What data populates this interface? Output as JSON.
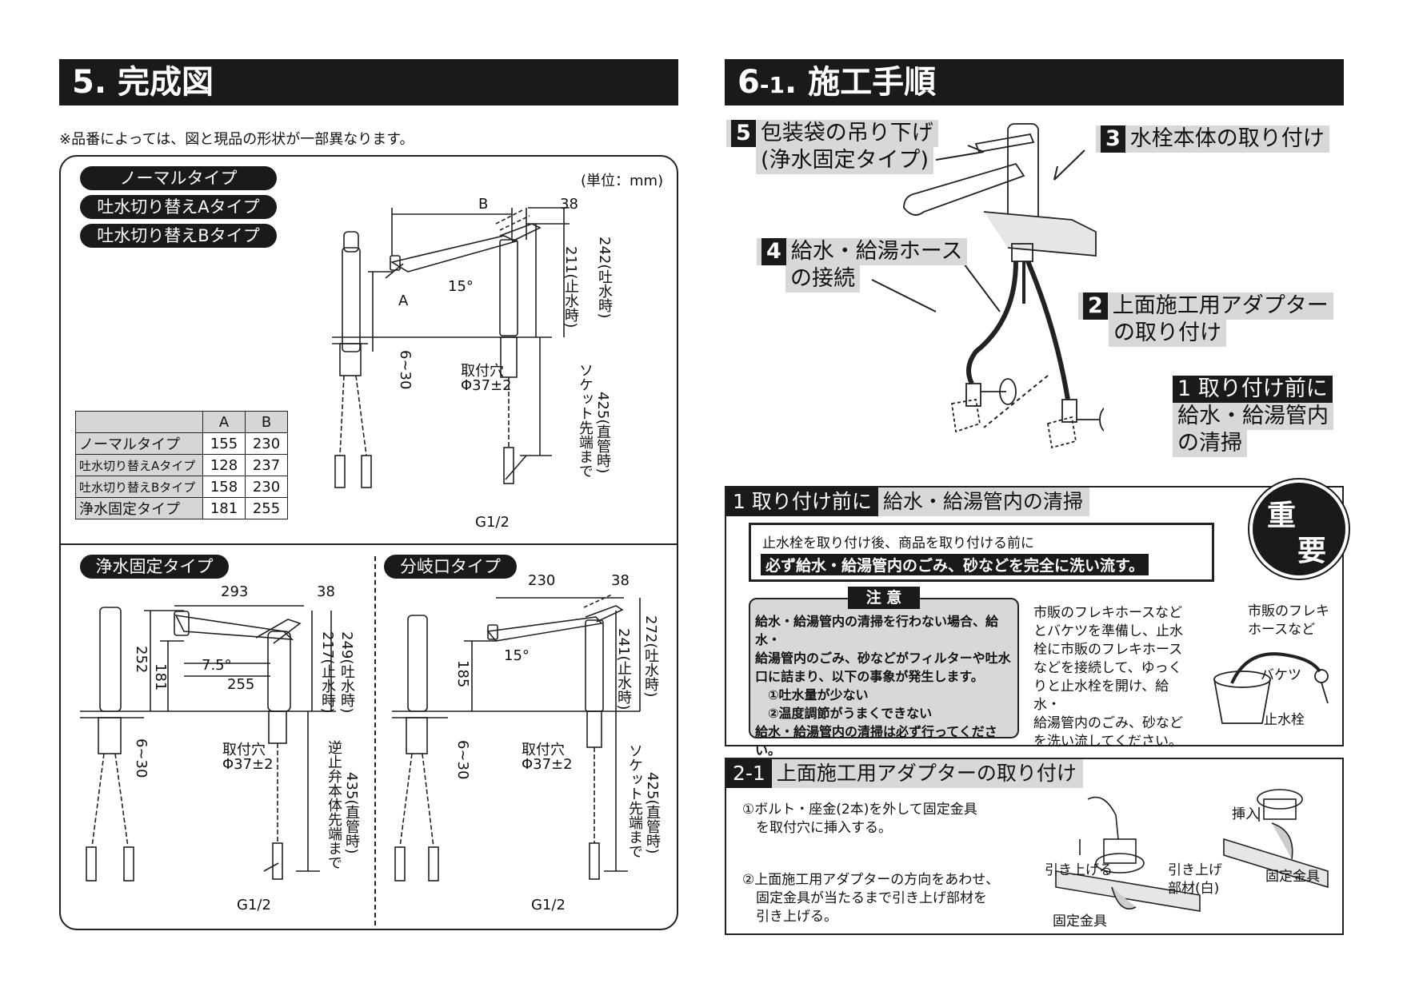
{
  "left": {
    "heading": "5. 完成図",
    "note": "※品番によっては、図と現品の形状が一部異なります。",
    "types": [
      "ノーマルタイプ",
      "吐水切り替えAタイプ",
      "吐水切り替えBタイプ"
    ],
    "unit": "(単位：mm)",
    "dims1": {
      "b": "B",
      "d38": "38",
      "a": "A",
      "angle": "15°",
      "h211": "211(止水時)",
      "h242": "242(吐水時)",
      "d630": "6~30",
      "hole1": "取付穴",
      "hole2": "Φ37±2",
      "socket": "ソケット先端まで",
      "socket2": "425(直管時)",
      "g": "G1/2"
    },
    "table": {
      "headers": [
        "",
        "A",
        "B"
      ],
      "rows": [
        [
          "ノーマルタイプ",
          "155",
          "230"
        ],
        [
          "吐水切り替えAタイプ",
          "128",
          "237"
        ],
        [
          "吐水切り替えBタイプ",
          "158",
          "230"
        ],
        [
          "浄水固定タイプ",
          "181",
          "255"
        ]
      ]
    },
    "jousui": {
      "title": "浄水固定タイプ",
      "d293": "293",
      "d38": "38",
      "d252": "252",
      "d181": "181",
      "angle": "7.5°",
      "d255": "255",
      "h217": "217(止水時)",
      "h249": "249(吐水時)",
      "d630": "6~30",
      "hole1": "取付穴",
      "hole2": "Φ37±2",
      "valve": "逆止弁本体先端まで",
      "valve2": "435(直管時)",
      "g": "G1/2"
    },
    "bunki": {
      "title": "分岐口タイプ",
      "d230": "230",
      "d38": "38",
      "d185": "185",
      "angle": "15°",
      "h241": "241(止水時)",
      "h272": "272(吐水時)",
      "d630": "6~30",
      "hole1": "取付穴",
      "hole2": "Φ37±2",
      "socket": "ソケット先端まで",
      "socket2": "425(直管時)",
      "g": "G1/2"
    }
  },
  "right": {
    "heading_main": "6",
    "heading_sub": "-1",
    "heading_rest": ". 施工手順",
    "steps": {
      "s5_num": "5",
      "s5_l1": "包装袋の吊り下げ",
      "s5_l2": "(浄水固定タイプ)",
      "s3_num": "3",
      "s3_text": "水栓本体の取り付け",
      "s4_num": "4",
      "s4_l1": "給水・給湯ホース",
      "s4_l2": "の接続",
      "s2_num": "2",
      "s2_l1": "上面施工用アダプター",
      "s2_l2": "の取り付け",
      "s1_l1": "1 取り付け前に",
      "s1_l2": "給水・給湯管内",
      "s1_l3": "の清掃"
    },
    "panel1": {
      "title_black": "1 取り付け前に",
      "title_gray": "給水・給湯管内の清掃",
      "juuyou1": "重",
      "juuyou2": "要",
      "box_l1": "止水栓を取り付け後、商品を取り付ける前に",
      "box_l2": "必ず給水・給湯管内のごみ、砂などを完全に洗い流す。",
      "caution_title": "注 意",
      "caution_lines": [
        "給水・給湯管内の清掃を行わない場合、給水・",
        "給湯管内のごみ、砂などがフィルターや吐水",
        "口に詰まり、以下の事象が発生します。",
        "　①吐水量が少ない",
        "　②温度調節がうまくできない",
        "給水・給湯管内の清掃は必ず行ってください。"
      ],
      "desc_lines": [
        "市販のフレキホースなど",
        "とバケツを準備し、止水",
        "栓に市販のフレキホース",
        "などを接続して、ゆっく",
        "りと止水栓を開け、給水・",
        "給湯管内のごみ、砂など",
        "を洗い流してください。"
      ],
      "lbl_flex1": "市販のフレキ",
      "lbl_flex2": "ホースなど",
      "lbl_bucket": "バケツ",
      "lbl_valve": "止水栓"
    },
    "panel2": {
      "title_black": "2-1",
      "title_gray": "上面施工用アダプターの取り付け",
      "step1_l1": "①ボルト・座金(2本)を外して固定金具",
      "step1_l2": "　を取付穴に挿入する。",
      "step2_l1": "②上面施工用アダプターの方向をあわせ、",
      "step2_l2": "　固定金具が当たるまで引き上げ部材を",
      "step2_l3": "　引き上げる。",
      "lbl_pull": "引き上げる",
      "lbl_part1": "引き上げ",
      "lbl_part2": "部材(白)",
      "lbl_fix": "固定金具",
      "lbl_insert": "挿入",
      "lbl_fix2": "固定金具"
    }
  }
}
